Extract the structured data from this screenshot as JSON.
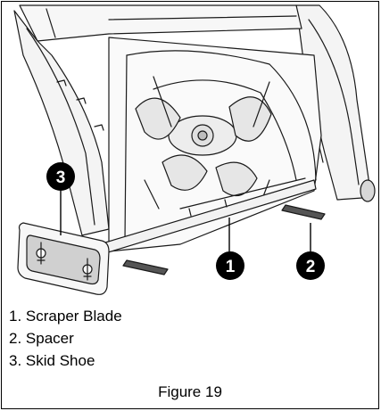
{
  "legend": {
    "items": [
      {
        "number": "1",
        "text": "Scraper Blade"
      },
      {
        "number": "2",
        "text": "Spacer"
      },
      {
        "number": "3",
        "text": "Skid Shoe"
      }
    ]
  },
  "callouts": [
    "1",
    "2",
    "3"
  ],
  "caption": "Figure 19",
  "colors": {
    "callout_fill": "#000000",
    "callout_text": "#ffffff",
    "part_fill": "#f2f2f2",
    "line": "#1a1a1a"
  }
}
